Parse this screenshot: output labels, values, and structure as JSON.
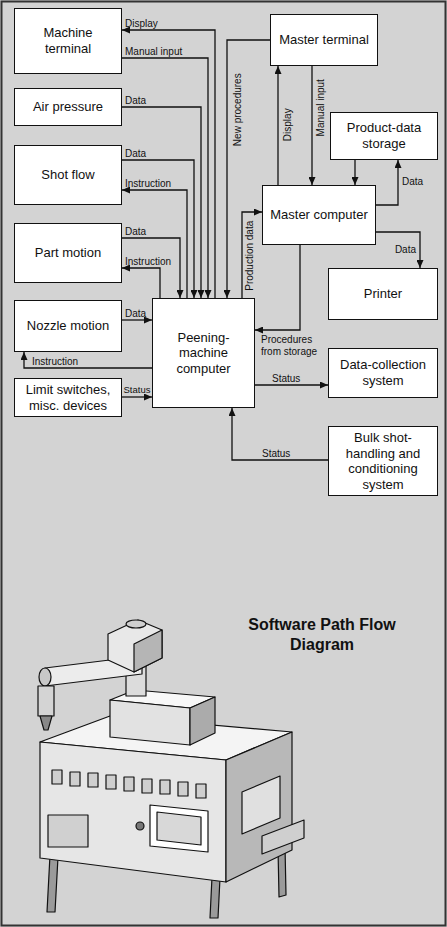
{
  "diagram": {
    "title": "Software Path Flow Diagram",
    "nodes": [
      {
        "text": [
          "Machine terminal"
        ]
      },
      {
        "text": [
          "Master terminal"
        ]
      },
      {
        "text": [
          "Air pressure"
        ]
      },
      {
        "text": [
          "Product-data storage"
        ]
      },
      {
        "text": [
          "Shot flow"
        ]
      },
      {
        "text": [
          "Master computer"
        ]
      },
      {
        "text": [
          "Part motion"
        ]
      },
      {
        "text": [
          "Peening-machine computer"
        ]
      },
      {
        "text": [
          "Printer"
        ]
      },
      {
        "text": [
          "Nozzle motion"
        ]
      },
      {
        "text": [
          "Data-collection system"
        ]
      },
      {
        "text": [
          "Limit switches, misc. devices"
        ]
      },
      {
        "text": [
          "Bulk shot-handling and conditioning system"
        ]
      }
    ],
    "edges": [
      {
        "from": 7,
        "to": 0,
        "label": "Display",
        "arrow": "to"
      },
      {
        "from": 0,
        "to": 7,
        "label": "Manual input",
        "arrow": "to"
      },
      {
        "from": 2,
        "to": 7,
        "label": "Data",
        "arrow": "to"
      },
      {
        "from": 4,
        "to": 7,
        "label": "Data",
        "arrow": "to"
      },
      {
        "from": 7,
        "to": 4,
        "label": "Instruction",
        "arrow": "to"
      },
      {
        "from": 6,
        "to": 7,
        "label": "Data",
        "arrow": "to"
      },
      {
        "from": 7,
        "to": 6,
        "label": "Instruction",
        "arrow": "to"
      },
      {
        "from": 9,
        "to": 7,
        "label": "Data",
        "arrow": "to"
      },
      {
        "from": 7,
        "to": 9,
        "label": "Instruction",
        "arrow": "to"
      },
      {
        "from": 11,
        "to": 7,
        "label": "Status",
        "arrow": "to"
      },
      {
        "from": 12,
        "to": 7,
        "label": "Status",
        "arrow": "to"
      },
      {
        "from": 7,
        "to": 10,
        "label": "Status",
        "arrow": "to"
      },
      {
        "from": 1,
        "to": 7,
        "label": "New procedures",
        "arrow": "to"
      },
      {
        "from": 7,
        "to": 5,
        "label": "Production data",
        "arrow": "to"
      },
      {
        "from": 5,
        "to": 1,
        "label": "Display",
        "arrow": "to"
      },
      {
        "from": 1,
        "to": 5,
        "label": "Manual input",
        "arrow": "to"
      },
      {
        "from": 5,
        "to": 3,
        "label": "Data",
        "arrow": "to"
      },
      {
        "from": 3,
        "to": 5,
        "arrow": "to"
      },
      {
        "from": 5,
        "to": 8,
        "label": "Data",
        "arrow": "to"
      },
      {
        "from": 5,
        "to": 7,
        "label": "Procedures from storage",
        "arrow": "to"
      }
    ]
  }
}
